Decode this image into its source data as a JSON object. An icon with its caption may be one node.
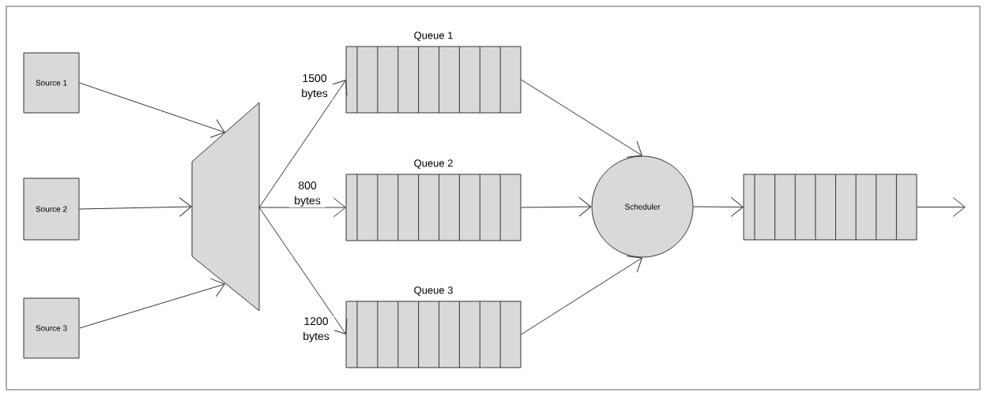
{
  "diagram": {
    "nodes": [
      {
        "text": [
          "Source 1"
        ]
      },
      {
        "text": [
          "Source 2"
        ]
      },
      {
        "text": [
          "Source 3"
        ]
      },
      {
        "text": [],
        "shape": "trapezoid"
      },
      {
        "text": [
          "Queue 1"
        ]
      },
      {
        "text": [
          "Queue 2"
        ]
      },
      {
        "text": [
          "Queue 3"
        ]
      },
      {
        "text": [
          "Scheduler"
        ]
      },
      {
        "text": [],
        "shape": "box"
      }
    ],
    "edges": [
      {
        "from": 0,
        "to": 3,
        "arrow": "to"
      },
      {
        "from": 1,
        "to": 3,
        "arrow": "to"
      },
      {
        "from": 2,
        "to": 3,
        "arrow": "to"
      },
      {
        "from": 3,
        "to": 4,
        "arrow": "to",
        "label": "1500 bytes"
      },
      {
        "from": 3,
        "to": 5,
        "arrow": "to",
        "label": "800 bytes"
      },
      {
        "from": 3,
        "to": 6,
        "arrow": "to",
        "label": "1200 bytes"
      },
      {
        "from": 4,
        "to": 7,
        "arrow": "to"
      },
      {
        "from": 5,
        "to": 7,
        "arrow": "to"
      },
      {
        "from": 6,
        "to": 7,
        "arrow": "to"
      },
      {
        "from": 7,
        "to": 8,
        "arrow": "to"
      },
      {
        "from": 8,
        "to": null,
        "arrow": "to"
      }
    ]
  }
}
